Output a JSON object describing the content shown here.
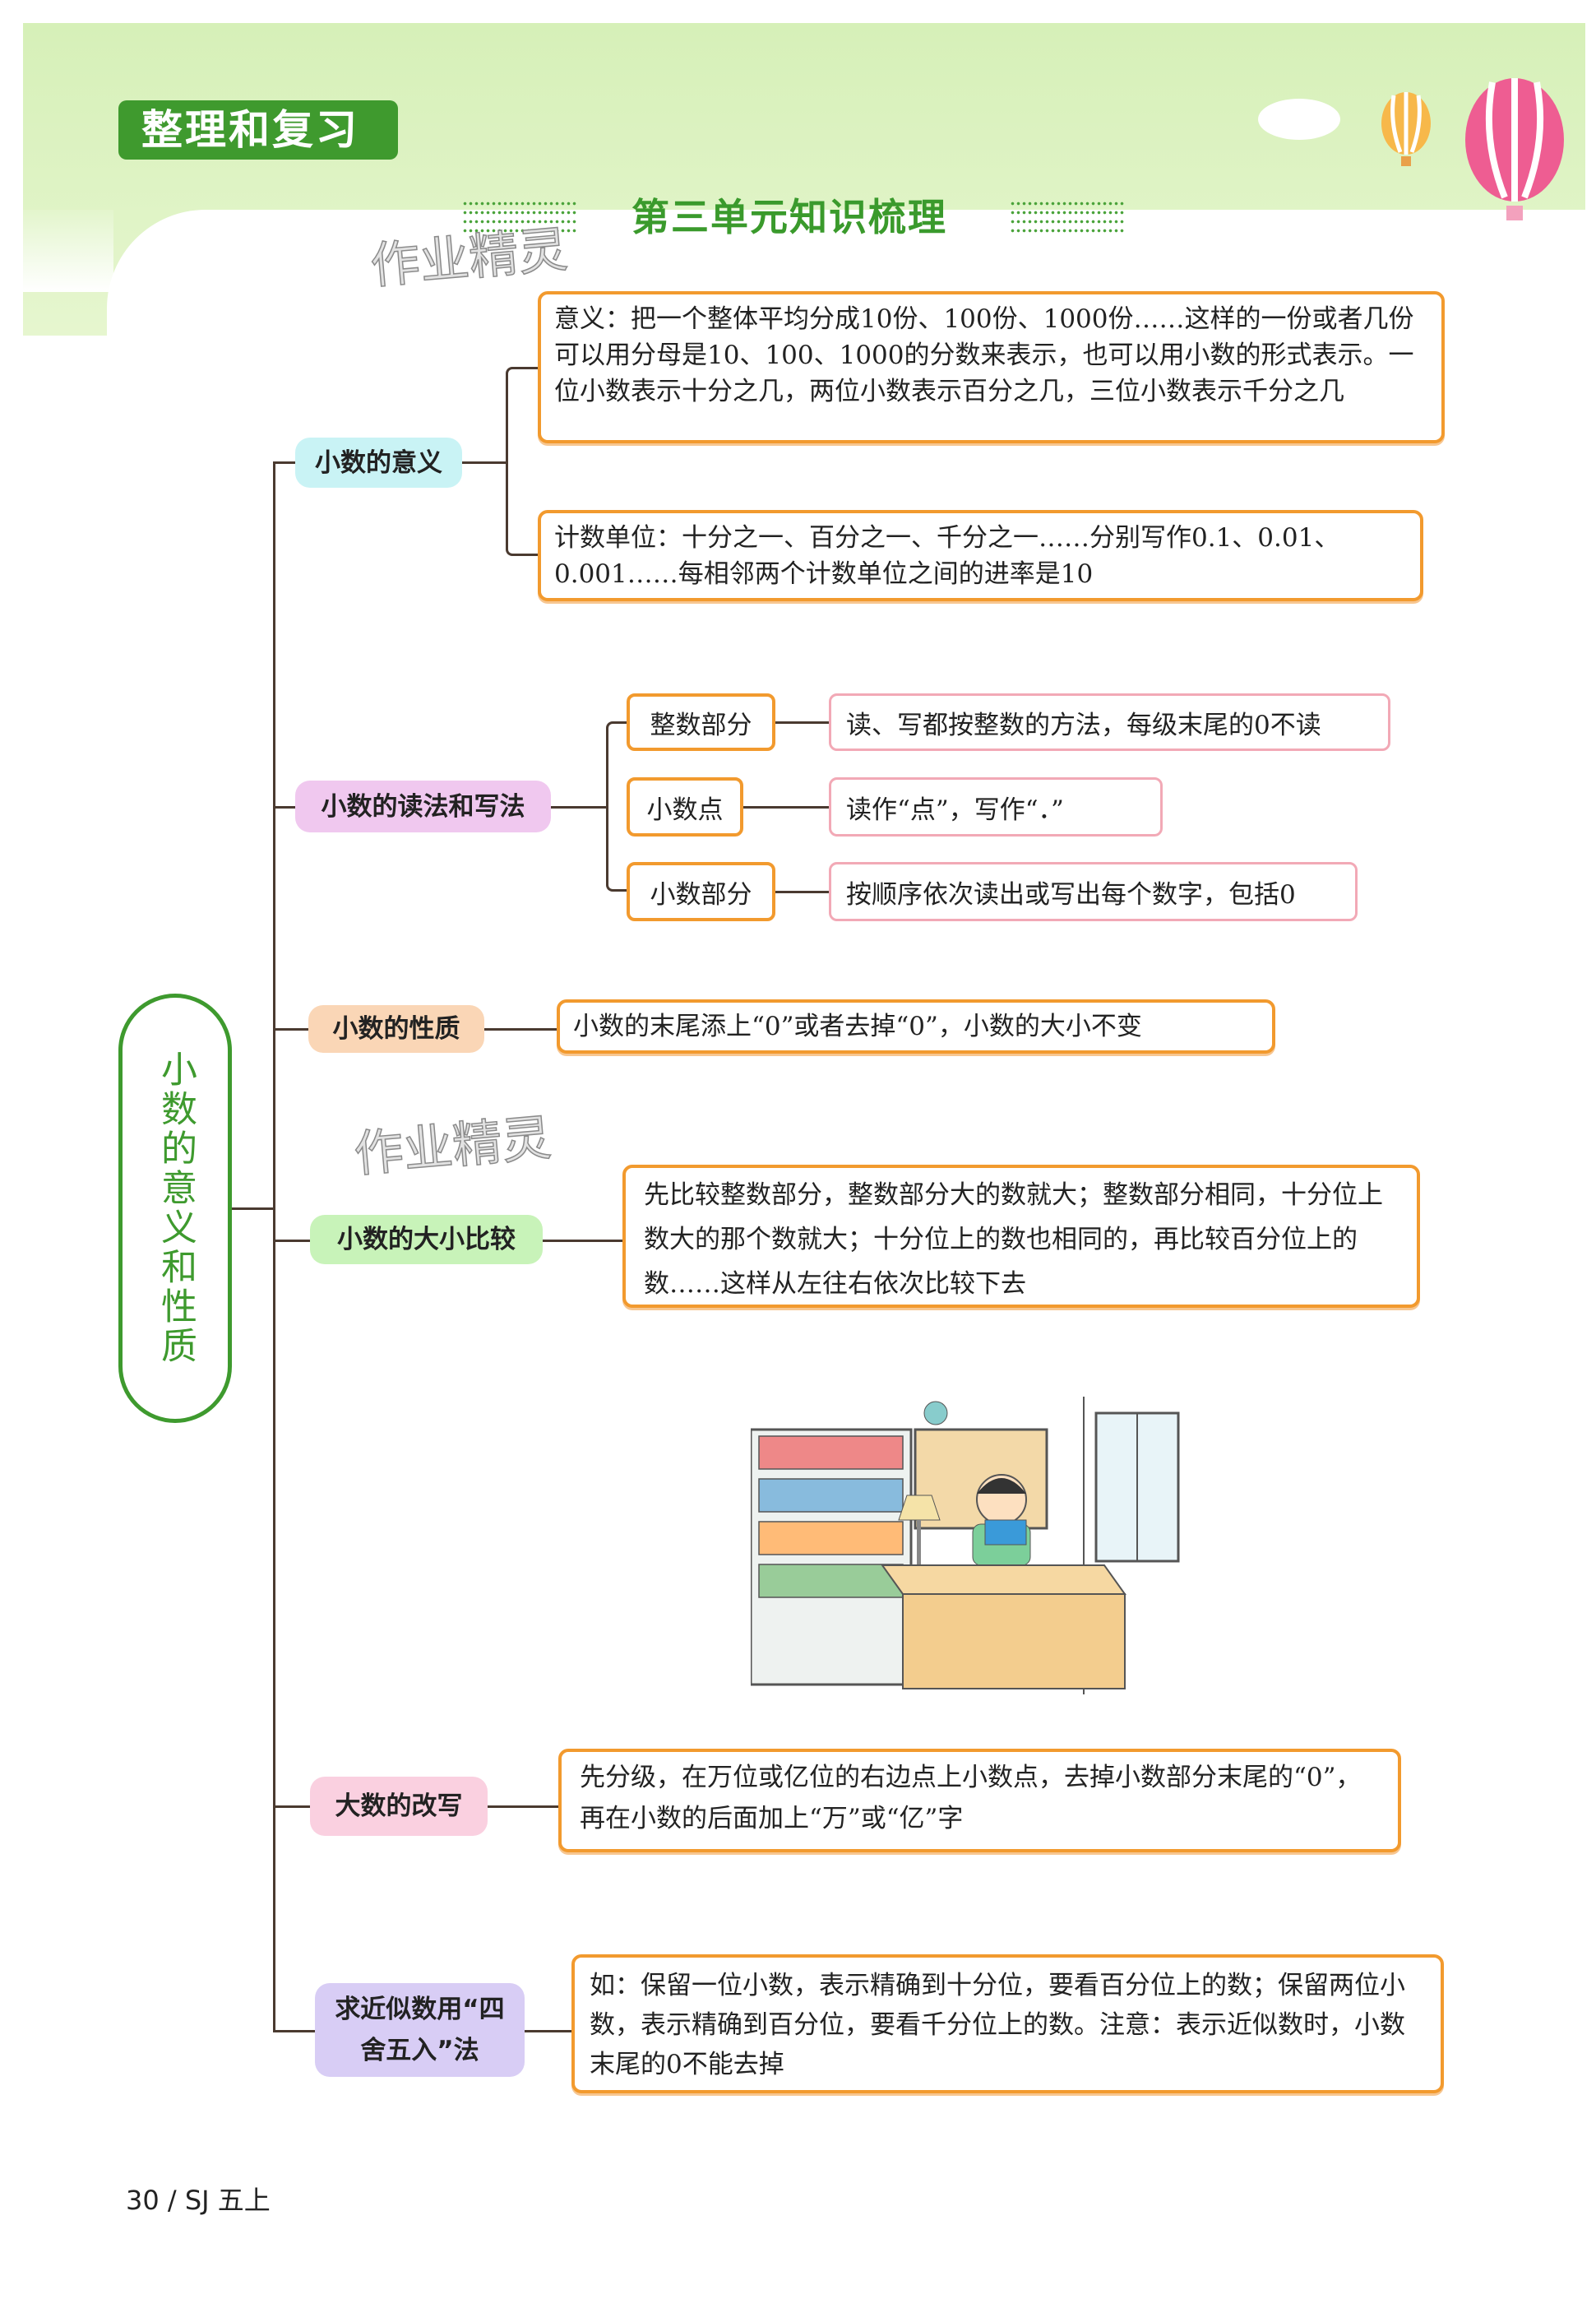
{
  "header": {
    "section_tab": "整理和复习",
    "title": "第三单元知识梳理"
  },
  "watermark": "作业精灵",
  "root": "小数的意义和性质",
  "branches": [
    {
      "label": "小数的意义",
      "details": [
        "意义：把一个整体平均分成10份、100份、1000份……这样的一份或者几份可以用分母是10、100、1000的分数来表示，也可以用小数的形式表示。一位小数表示十分之几，两位小数表示百分之几，三位小数表示千分之几",
        "计数单位：十分之一、百分之一、千分之一……分别写作0.1、0.01、0.001……每相邻两个计数单位之间的进率是10"
      ]
    },
    {
      "label": "小数的读法和写法",
      "parts": [
        {
          "name": "整数部分",
          "desc": "读、写都按整数的方法，每级末尾的0不读"
        },
        {
          "name": "小数点",
          "desc": "读作“点”，写作“．”"
        },
        {
          "name": "小数部分",
          "desc": "按顺序依次读出或写出每个数字，包括0"
        }
      ]
    },
    {
      "label": "小数的性质",
      "details": [
        "小数的末尾添上“0”或者去掉“0”，小数的大小不变"
      ]
    },
    {
      "label": "小数的大小比较",
      "details": [
        "先比较整数部分，整数部分大的数就大；整数部分相同，十分位上数大的那个数就大；十分位上的数也相同的，再比较百分位上的数……这样从左往右依次比较下去"
      ]
    },
    {
      "label": "大数的改写",
      "details": [
        "先分级，在万位或亿位的右边点上小数点，去掉小数部分末尾的“0”，再在小数的后面加上“万”或“亿”字"
      ]
    },
    {
      "label": "求近似数用“四舍五入”法",
      "details": [
        "如：保留一位小数，表示精确到十分位，要看百分位上的数；保留两位小数，表示精确到百分位，要看千分位上的数。注意：表示近似数时，小数末尾的0不能去掉"
      ]
    }
  ],
  "footer": "30 / SJ 五上",
  "colors": {
    "green": "#3f9a2e",
    "orange": "#f29a2e",
    "pink": "#f2a9b6"
  }
}
